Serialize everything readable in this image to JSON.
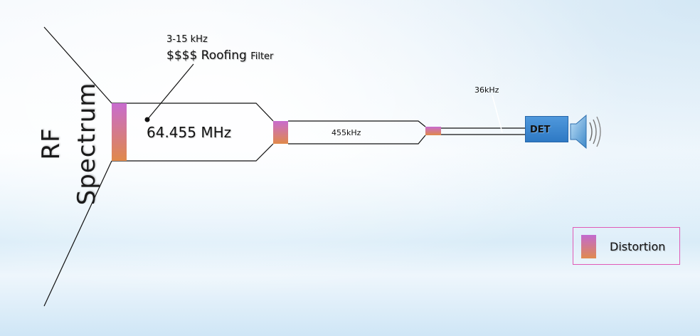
{
  "diagram": {
    "title": "RF Spectrum",
    "roofing_bandwidth": "3-15 kHz",
    "roofing_filter": {
      "main": "$$$$ Roofing",
      "suffix": "Filter"
    },
    "first_if": "64.455 MHz",
    "second_if": "455kHz",
    "third_if": "36kHz",
    "detector": "DET",
    "colors": {
      "distortion_top": "#c26ad0",
      "distortion_bottom": "#e08a4e",
      "detector": "#3a87d0",
      "legend_border": "#e05bb7"
    }
  },
  "legend": {
    "distortion": "Distortion"
  },
  "icons": [
    "speaker-icon"
  ]
}
